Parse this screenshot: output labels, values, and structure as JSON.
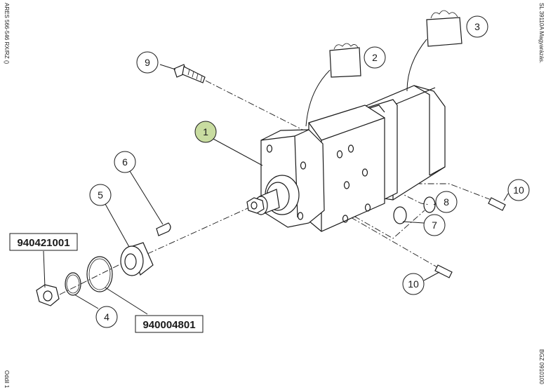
{
  "margins": {
    "left_top": "ARES 566-546 RX/RZ ()",
    "left_bottom": "Oddil 1",
    "right_top": "SL 39110A  Magyarázás.",
    "right_bottom": "BGZ 0910100"
  },
  "callouts": [
    {
      "id": "1",
      "label": "1",
      "highlight": true
    },
    {
      "id": "2",
      "label": "2"
    },
    {
      "id": "3",
      "label": "3"
    },
    {
      "id": "4",
      "label": "4"
    },
    {
      "id": "5",
      "label": "5"
    },
    {
      "id": "6",
      "label": "6"
    },
    {
      "id": "7",
      "label": "7"
    },
    {
      "id": "8",
      "label": "8"
    },
    {
      "id": "9",
      "label": "9"
    },
    {
      "id": "10a",
      "label": "10"
    },
    {
      "id": "10b",
      "label": "10"
    }
  ],
  "part_numbers": {
    "nut": "940421001",
    "circlip": "940004801"
  },
  "colors": {
    "line": "#1a1a1a",
    "highlight": "#c8dca0"
  }
}
